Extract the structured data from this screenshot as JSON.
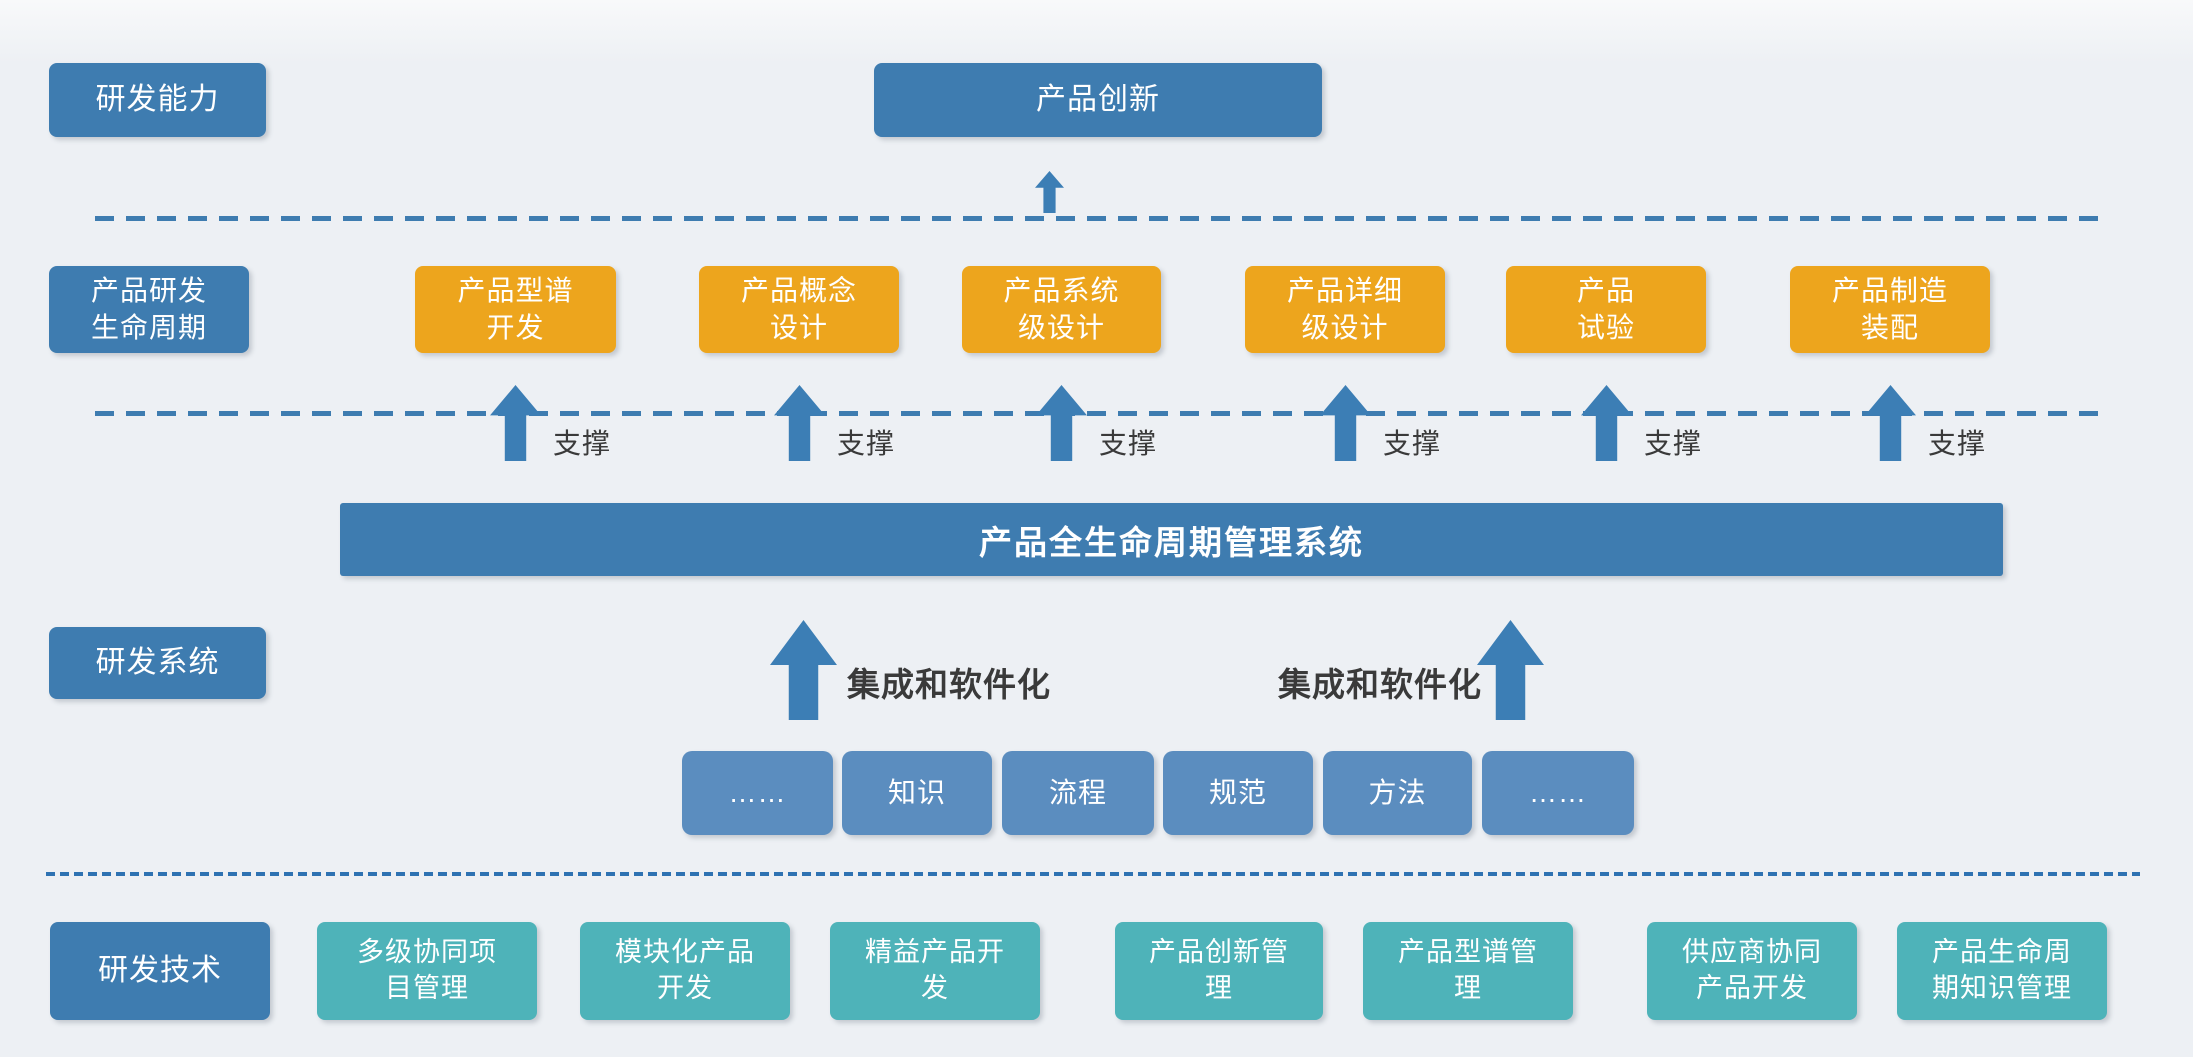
{
  "colors": {
    "steel_blue": "#3E7CB0",
    "orange": "#EDA51D",
    "light_blue": "#5B8DBF",
    "teal": "#4EB3B9",
    "arrow_blue": "#3C7EB5",
    "text_dark": "#3A3A3A",
    "background": "#EDF0F4"
  },
  "capability_row": {
    "label": "研发能力",
    "innovation": "产品创新"
  },
  "lifecycle_row": {
    "label": "产品研发\n生命周期",
    "stages": [
      {
        "label": "产品型谱\n开发"
      },
      {
        "label": "产品概念\n设计"
      },
      {
        "label": "产品系统\n级设计"
      },
      {
        "label": "产品详细\n级设计"
      },
      {
        "label": "产品\n试验"
      },
      {
        "label": "产品制造\n装配"
      }
    ],
    "support_label": "支撑"
  },
  "system_row": {
    "label": "研发系统",
    "plm_bar": "产品全生命周期管理系统",
    "integration_label": "集成和软件化",
    "elements": [
      {
        "label": "……"
      },
      {
        "label": "知识"
      },
      {
        "label": "流程"
      },
      {
        "label": "规范"
      },
      {
        "label": "方法"
      },
      {
        "label": "……"
      }
    ]
  },
  "technology_row": {
    "label": "研发技术",
    "items": [
      {
        "label": "多级协同项\n目管理"
      },
      {
        "label": "模块化产品\n开发"
      },
      {
        "label": "精益产品开\n发"
      },
      {
        "label": "产品创新管\n理"
      },
      {
        "label": "产品型谱管\n理"
      },
      {
        "label": "供应商协同\n产品开发"
      },
      {
        "label": "产品生命周\n期知识管理"
      }
    ]
  }
}
